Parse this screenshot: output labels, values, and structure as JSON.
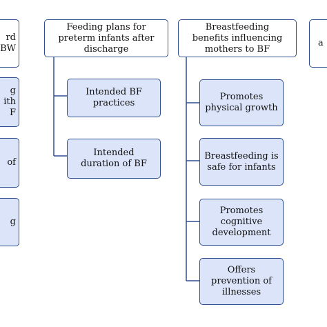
{
  "diagram": {
    "colors": {
      "box_border": "#2f4f8f",
      "child_fill": "#dbe4f8",
      "head_fill": "#ffffff",
      "connector": "#2f4f8f"
    },
    "left_partial": {
      "header": "rd\nBW",
      "items": [
        "g\nith\nF",
        "of",
        "g"
      ]
    },
    "column_2": {
      "header": "Feeding plans for\npreterm infants after\ndischarge",
      "items": [
        "Intended BF\npractices",
        "Intended\nduration of BF"
      ]
    },
    "column_3": {
      "header": "Breastfeeding\nbenefits influencing\nmothers to BF",
      "items": [
        "Promotes\nphysical growth",
        "Breastfeeding is\nsafe for infants",
        "Promotes\ncognitive\ndevelopment",
        "Offers\nprevention of\nillnesses"
      ]
    },
    "right_partial": {
      "header": "a"
    }
  }
}
